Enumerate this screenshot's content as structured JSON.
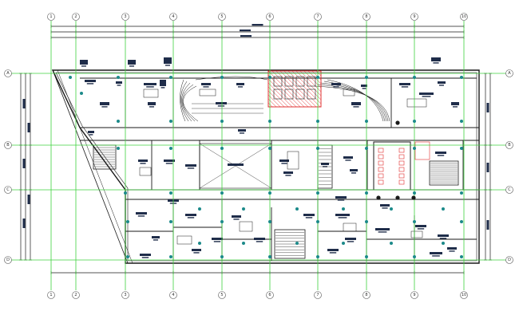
{
  "grid": {
    "columns": [
      "1",
      "2",
      "3",
      "4",
      "5",
      "6",
      "7",
      "8",
      "9",
      "10"
    ],
    "rows": [
      "A",
      "B",
      "C",
      "D"
    ]
  },
  "colors": {
    "grid_line": "#3fd23f",
    "wall": "#1a1a1a",
    "fixture": "#1f2d4a",
    "marker": "#1b8a8a",
    "hatch": "#e03030"
  }
}
